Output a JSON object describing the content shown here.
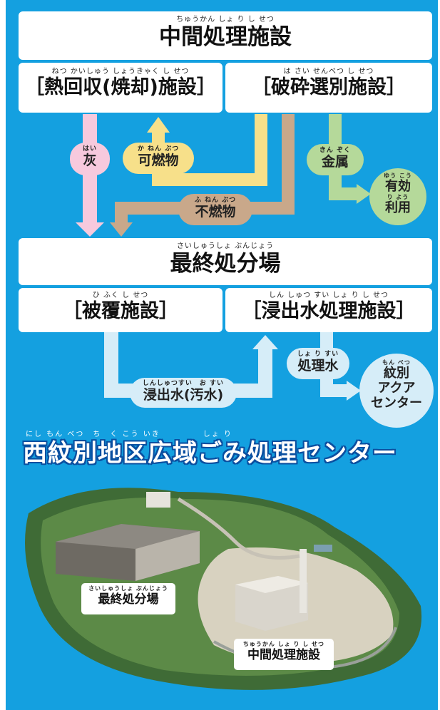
{
  "colors": {
    "background": "#14a0e0",
    "ash": "#f7c9dd",
    "combustible": "#f7e08a",
    "noncombustible": "#c9a88a",
    "metal": "#b5d99a",
    "leachate": "#d6edf8"
  },
  "intermediate": {
    "ruby": "ちゅうかん しょ り し せつ",
    "title": "中間処理施設"
  },
  "incineration": {
    "ruby": "ねつ かいしゅう しょうきゃく し せつ",
    "title": "［熱回収(焼却)施設］"
  },
  "crushing": {
    "ruby": "は さい せんべつ し せつ",
    "title": "［破砕選別施設］"
  },
  "flows": {
    "ash": {
      "ruby": "はい",
      "label": "灰"
    },
    "combustible": {
      "ruby": "か ねん ぶつ",
      "label": "可燃物"
    },
    "noncombustible": {
      "ruby": "ふ ねん ぶつ",
      "label": "不燃物"
    },
    "metal": {
      "ruby": "きん ぞく",
      "label": "金属"
    },
    "reuse": {
      "ruby1": "ゆう こう",
      "line1": "有効",
      "ruby2": "り よう",
      "line2": "利用"
    },
    "leachate": {
      "ruby": "しんしゅつすい　お すい",
      "label": "浸出水(汚水)"
    },
    "treated": {
      "ruby": "しょ り すい",
      "label": "処理水"
    },
    "aqua": {
      "ruby": "もん べつ",
      "line1": "紋別",
      "line2": "アクア",
      "line3": "センター"
    }
  },
  "landfill": {
    "ruby": "さいしゅうしょ ぶんじょう",
    "title": "最終処分場"
  },
  "covering": {
    "ruby": "ひ ふく し せつ",
    "title": "［被覆施設］"
  },
  "leachate_plant": {
    "ruby": "しん しゅつ すい しょ り し せつ",
    "title": "［浸出水処理施設］"
  },
  "banner": {
    "ruby": "にし もん べつ　ち　く こう いき　　　　　しょ り",
    "title": "西紋別地区広域ごみ処理センター"
  },
  "photo": {
    "landfill_tag": {
      "ruby": "さいしゅうしょ ぶんじょう",
      "label": "最終処分場"
    },
    "intermediate_tag": {
      "ruby": "ちゅうかん しょ り し せつ",
      "label": "中間処理施設"
    }
  }
}
